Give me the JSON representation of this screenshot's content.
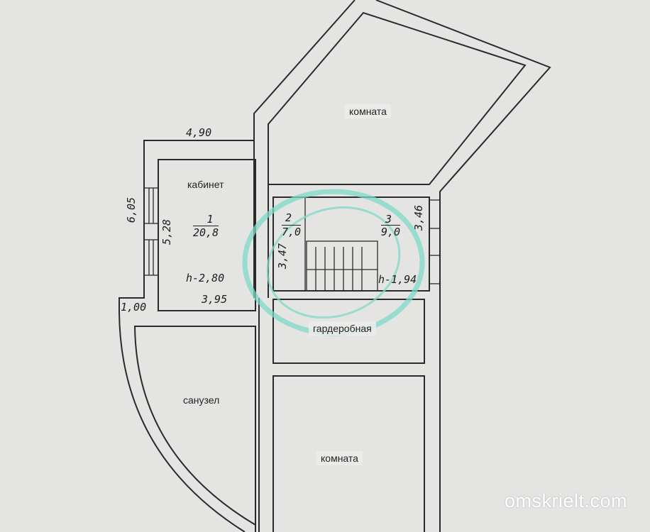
{
  "rooms": {
    "komnata_top": "комната",
    "kabinet": "кабинет",
    "garderob": "гардеробная",
    "sanuzel": "санузел",
    "komnata_bottom": "комната"
  },
  "room_numbers": [
    {
      "num": "1",
      "area": "20,8"
    },
    {
      "num": "2",
      "area": "7,0"
    },
    {
      "num": "3",
      "area": "9,0"
    }
  ],
  "dimensions": {
    "top_width": "4,90",
    "outer_height": "6,05",
    "inner_height": "5,28",
    "height_1": "h-2,80",
    "width_1": "3,95",
    "ledge": "1,00",
    "stair_height": "3,47",
    "room3_height": "3,46",
    "height_3": "h-1,94"
  },
  "colors": {
    "wall": "#2a2a2a",
    "stamp": "#7fd9c9",
    "paper": "#e4e4e2"
  },
  "watermark": "omskrielt.com"
}
